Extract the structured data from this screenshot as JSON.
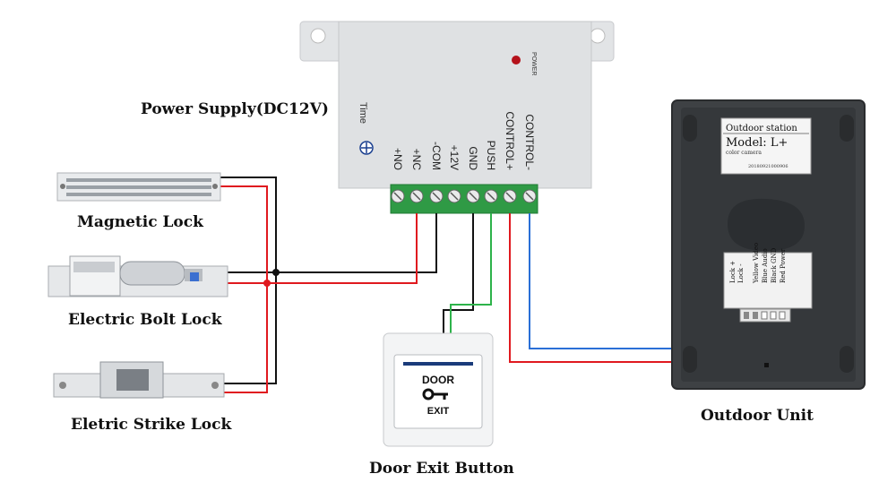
{
  "labels": {
    "power_supply": "Power Supply(DC12V)",
    "magnetic_lock": "Magnetic Lock",
    "electric_bolt_lock": "Electric Bolt Lock",
    "electric_strike_lock": "Eletric Strike Lock",
    "door_exit_button": "Door Exit Button",
    "outdoor_unit": "Outdoor Unit"
  },
  "power_supply": {
    "power_led_label": "POWER",
    "time_label": "Time",
    "terminals": [
      "+NO",
      "+NC",
      "-COM",
      "+12V",
      "GND",
      "PUSH",
      "CONTROL+",
      "CONTROL-"
    ]
  },
  "exit_button": {
    "top_text": "DOOR",
    "bottom_text": "EXIT"
  },
  "outdoor_unit": {
    "sticker_title": "Outdoor station",
    "model": "Model: L+",
    "sub": "color camera",
    "serial": "20180921000906",
    "wires": [
      "Lock +",
      "Lock -",
      "Yellow Video",
      "Blue Audio",
      "Black GND",
      "Red Power"
    ]
  },
  "colors": {
    "red_wire": "#e0191f",
    "black_wire": "#111111",
    "green_wire": "#2db34a",
    "blue_wire": "#2a6fd6",
    "terminal_green": "#2f9a45"
  }
}
